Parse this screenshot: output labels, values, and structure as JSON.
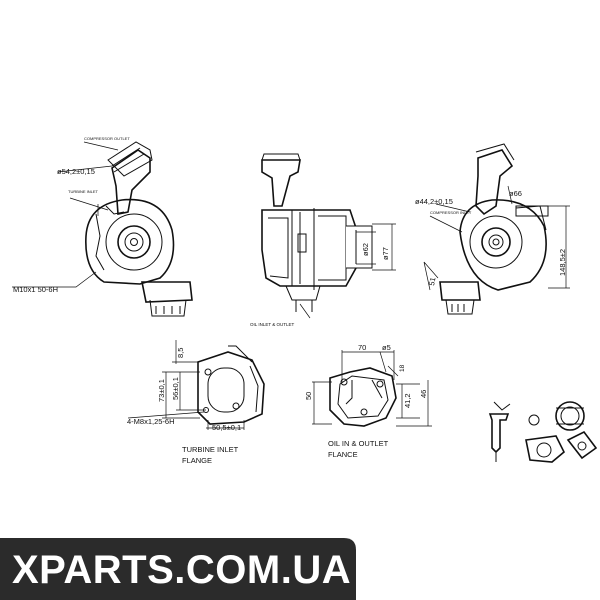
{
  "view_left": {
    "dim_outlet": "ø54,2±0,15",
    "note_top": "COMPRESSOR OUTLET",
    "note_inlet": "TURBINE INLET",
    "thread": "M10x1 50-6H"
  },
  "view_center": {
    "dim_a": "ø62",
    "dim_b": "ø77",
    "oil_label": "OIL INLET & OUTLET"
  },
  "view_right": {
    "dim_a": "ø44,2±0,15",
    "dim_b": "ø66",
    "note": "COMPRESSOR INLET",
    "dim_height": "148,5±2",
    "angle": "51"
  },
  "turbine_flange": {
    "dim_top": "8,5",
    "dim_outer": "73±0,1",
    "dim_inner": "56±0,1",
    "thread": "4-M8x1,25-6H",
    "dim_bottom": "50,5±0,1",
    "caption_line1": "TURBINE INLET",
    "caption_line2": "FLANGE"
  },
  "oil_flange": {
    "dim_width": "70",
    "dim_hole": "ø5",
    "dim_left": "50",
    "dim_inner": "41,2",
    "dim_right": "46",
    "dim_side": "18",
    "caption_line1": "OIL IN & OUTLET",
    "caption_line2": "FLANCE"
  },
  "banner": {
    "text": "XPARTS.COM.UA",
    "background": "#2b2b2b",
    "text_color": "#ffffff"
  }
}
